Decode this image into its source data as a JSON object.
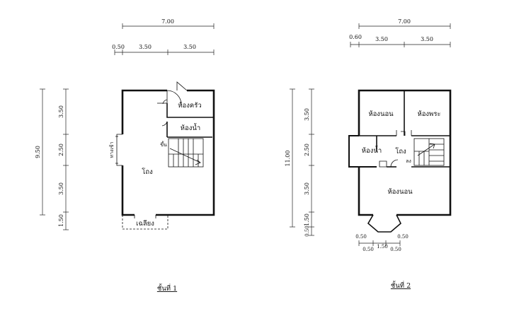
{
  "floor1": {
    "caption": "ชั้นที่ 1",
    "dims_top": {
      "total": "7.00",
      "a": "0.50",
      "b": "3.50",
      "c": "3.50"
    },
    "dims_left": {
      "total": "9.50",
      "a": "3.50",
      "b": "2.50",
      "c": "3.50",
      "d": "1.50"
    },
    "rooms": {
      "kitchen": "ห้องครัว",
      "bathroom": "ห้องน้ำ",
      "hall": "โถง",
      "up": "ขึ้น",
      "porch": "เฉลียง",
      "entry": "ทางเข้า"
    }
  },
  "floor2": {
    "caption": "ชั้นที่ 2",
    "dims_top": {
      "total": "7.00",
      "a": "0.60",
      "b": "3.50",
      "c": "3.50"
    },
    "dims_left": {
      "total": "11.00",
      "a": "3.50",
      "b": "2.50",
      "c": "3.50",
      "d": "1.50",
      "e": "0.50"
    },
    "dims_bottom": {
      "a": "0.50",
      "b": "0.50",
      "c": "0.50",
      "d": "1.50",
      "e": "0.50"
    },
    "rooms": {
      "bedroom1": "ห้องนอน",
      "shrine": "ห้องพระ",
      "bathroom": "ห้องน้ำ",
      "hall": "โถง",
      "bedroom2": "ห้องนอน",
      "down": "ลง"
    }
  }
}
